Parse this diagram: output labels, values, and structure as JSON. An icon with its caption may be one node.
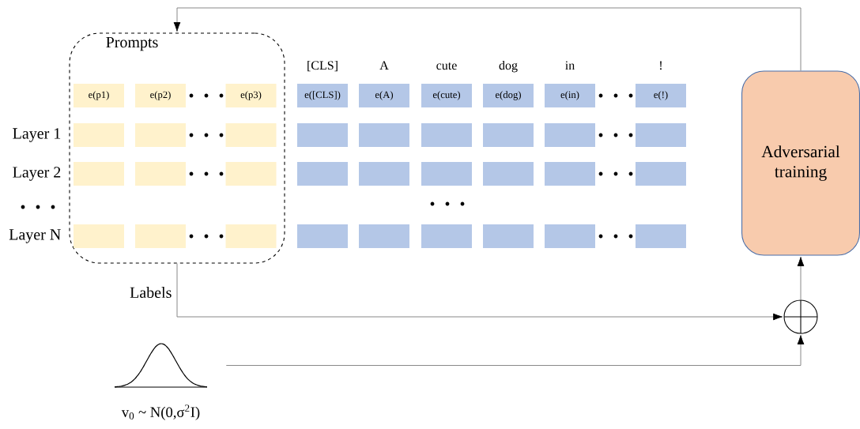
{
  "diagram": {
    "nodes": [
      {
        "text": [
          "Prompts"
        ]
      },
      {
        "text": [
          "e(p1)"
        ],
        "in": 0
      },
      {
        "text": [
          "e(p2)"
        ],
        "in": 0
      },
      {
        "text": [
          "e(p3)"
        ],
        "in": 0
      },
      {
        "text": [
          "e([CLS])"
        ],
        "beside": [
          "[CLS]"
        ]
      },
      {
        "text": [
          "e(A)"
        ],
        "beside": [
          "A"
        ]
      },
      {
        "text": [
          "e(cute)"
        ],
        "beside": [
          "cute"
        ]
      },
      {
        "text": [
          "e(dog)"
        ],
        "beside": [
          "dog"
        ]
      },
      {
        "text": [
          "e(in)"
        ],
        "beside": [
          "in"
        ]
      },
      {
        "text": [
          "e(!)"
        ],
        "beside": [
          "!"
        ]
      },
      {
        "text": [],
        "shape": "box",
        "in": 0
      },
      {
        "text": [],
        "shape": "box",
        "in": 0
      },
      {
        "text": [],
        "shape": "box",
        "in": 0
      },
      {
        "text": [],
        "shape": "box"
      },
      {
        "text": [],
        "shape": "box"
      },
      {
        "text": [],
        "shape": "box"
      },
      {
        "text": [],
        "shape": "box"
      },
      {
        "text": [],
        "shape": "box"
      },
      {
        "text": [],
        "shape": "box"
      },
      {
        "text": [],
        "shape": "box",
        "in": 0
      },
      {
        "text": [],
        "shape": "box",
        "in": 0
      },
      {
        "text": [],
        "shape": "box",
        "in": 0
      },
      {
        "text": [],
        "shape": "box"
      },
      {
        "text": [],
        "shape": "box"
      },
      {
        "text": [],
        "shape": "box"
      },
      {
        "text": [],
        "shape": "box"
      },
      {
        "text": [],
        "shape": "box"
      },
      {
        "text": [],
        "shape": "box"
      },
      {
        "text": [],
        "shape": "box",
        "in": 0
      },
      {
        "text": [],
        "shape": "box",
        "in": 0
      },
      {
        "text": [],
        "shape": "box",
        "in": 0
      },
      {
        "text": [],
        "shape": "box"
      },
      {
        "text": [],
        "shape": "box"
      },
      {
        "text": [],
        "shape": "box"
      },
      {
        "text": [],
        "shape": "box"
      },
      {
        "text": [],
        "shape": "box"
      },
      {
        "text": [],
        "shape": "box"
      },
      {
        "text": [
          "Adversarial training"
        ]
      },
      {
        "text": [],
        "shape": "circle"
      },
      {
        "text": [],
        "shape": "picture",
        "beside": [
          "v$_{0}$ ~ N(0,σ$^{2}$I)"
        ]
      }
    ],
    "edges": [
      {
        "from": 37,
        "to": 0,
        "arrow": "to"
      },
      {
        "from": 0,
        "to": 38,
        "arrow": "to",
        "label": "Labels"
      },
      {
        "from": 39,
        "to": 38,
        "arrow": "to"
      },
      {
        "from": 38,
        "to": 37,
        "arrow": "to"
      }
    ],
    "labels": [
      "Layer 1",
      "Layer 2",
      "Layer N"
    ]
  }
}
